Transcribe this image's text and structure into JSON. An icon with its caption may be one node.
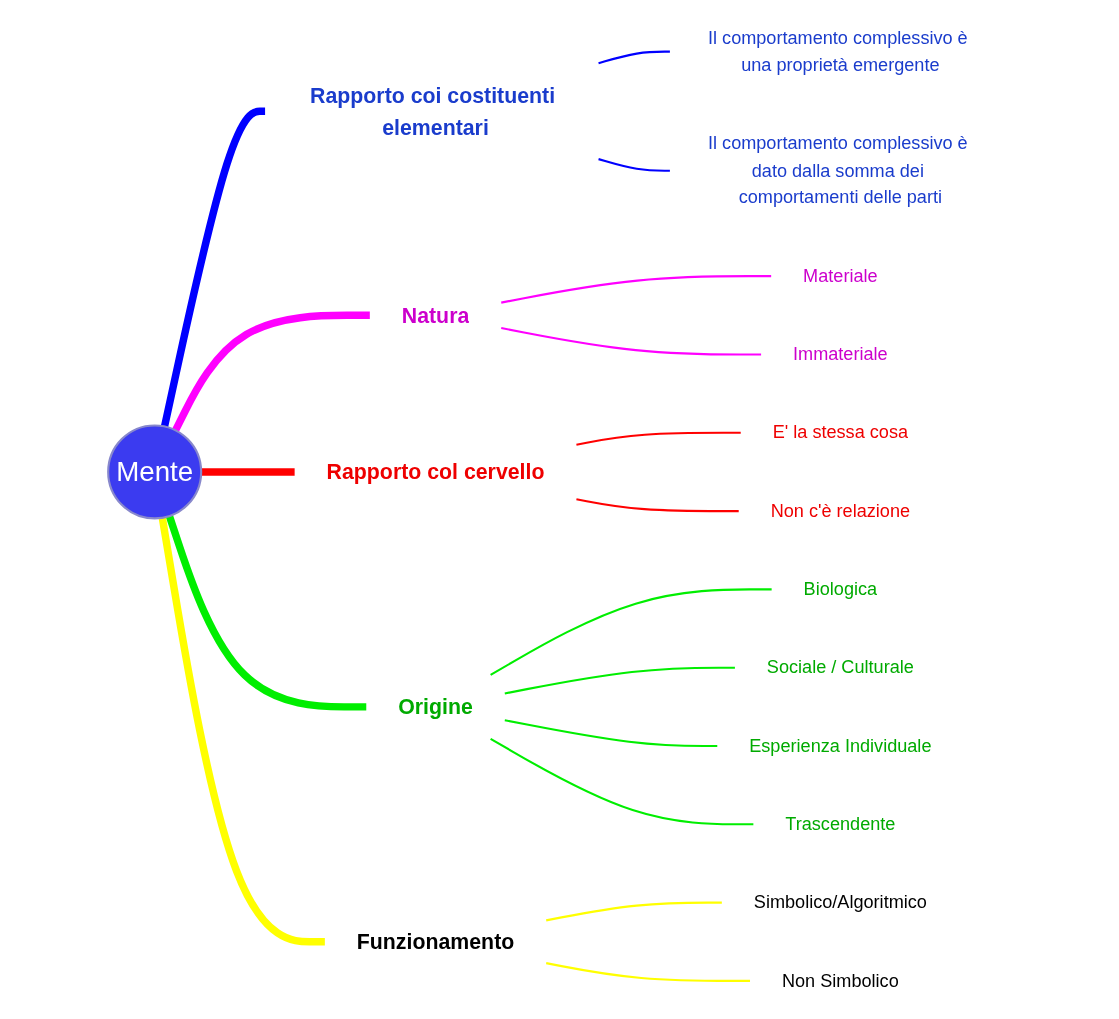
{
  "diagram": {
    "nodes": [
      {
        "text": [
          "Mente"
        ]
      },
      {
        "text": [
          "Rapporto coi costituenti elementari"
        ]
      },
      {
        "text": [
          "Il comportamento complessivo è una proprietà emergente"
        ]
      },
      {
        "text": [
          "Il comportamento complessivo è dato dalla somma dei comportamenti delle parti"
        ]
      },
      {
        "text": [
          "Natura"
        ]
      },
      {
        "text": [
          "Materiale"
        ]
      },
      {
        "text": [
          "Immateriale"
        ]
      },
      {
        "text": [
          "Rapporto col cervello"
        ]
      },
      {
        "text": [
          "E' la stessa cosa"
        ]
      },
      {
        "text": [
          "Non c'è relazione"
        ]
      },
      {
        "text": [
          "Origine"
        ]
      },
      {
        "text": [
          "Biologica"
        ]
      },
      {
        "text": [
          "Sociale / Culturale"
        ]
      },
      {
        "text": [
          "Esperienza Individuale"
        ]
      },
      {
        "text": [
          "Trascendente"
        ]
      },
      {
        "text": [
          "Funzionamento"
        ]
      },
      {
        "text": [
          "Simbolico/Algoritmico"
        ]
      },
      {
        "text": [
          "Non Simbolico"
        ]
      }
    ],
    "edges": [
      {
        "from": 0,
        "to": 1,
        "arrow": "none",
        "style": "thick",
        "color": "#0000ff"
      },
      {
        "from": 1,
        "to": 2,
        "arrow": "none",
        "color": "#0000ff"
      },
      {
        "from": 1,
        "to": 3,
        "arrow": "none",
        "color": "#0000ff"
      },
      {
        "from": 0,
        "to": 4,
        "arrow": "none",
        "style": "thick",
        "color": "#ff00ff"
      },
      {
        "from": 4,
        "to": 5,
        "arrow": "none",
        "color": "#ff00ff"
      },
      {
        "from": 4,
        "to": 6,
        "arrow": "none",
        "color": "#ff00ff"
      },
      {
        "from": 0,
        "to": 7,
        "arrow": "none",
        "style": "thick",
        "color": "#ff0000"
      },
      {
        "from": 7,
        "to": 8,
        "arrow": "none",
        "color": "#ff0000"
      },
      {
        "from": 7,
        "to": 9,
        "arrow": "none",
        "color": "#ff0000"
      },
      {
        "from": 0,
        "to": 10,
        "arrow": "none",
        "style": "thick",
        "color": "#00ee00"
      },
      {
        "from": 10,
        "to": 11,
        "arrow": "none",
        "color": "#00ee00"
      },
      {
        "from": 10,
        "to": 12,
        "arrow": "none",
        "color": "#00ee00"
      },
      {
        "from": 10,
        "to": 13,
        "arrow": "none",
        "color": "#00ee00"
      },
      {
        "from": 10,
        "to": 14,
        "arrow": "none",
        "color": "#00ee00"
      },
      {
        "from": 0,
        "to": 15,
        "arrow": "none",
        "style": "thick",
        "color": "#ffff00"
      },
      {
        "from": 15,
        "to": 16,
        "arrow": "none",
        "color": "#ffff00"
      },
      {
        "from": 15,
        "to": 17,
        "arrow": "none",
        "color": "#ffff00"
      }
    ]
  }
}
